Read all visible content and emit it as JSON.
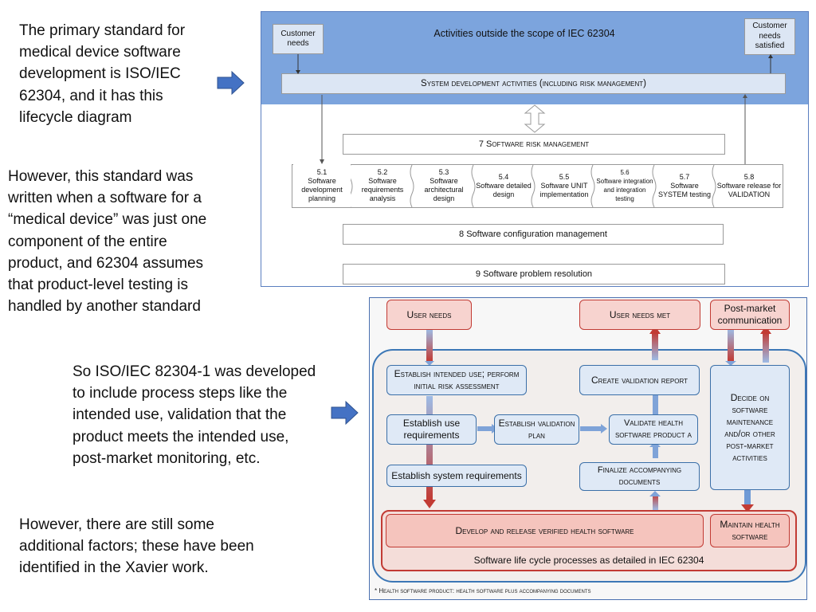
{
  "left_text": {
    "p1": [
      "The primary standard for",
      "medical device software",
      "development is ISO/IEC",
      "62304, and it has this",
      "lifecycle diagram"
    ],
    "p2": [
      "However, this standard was",
      "written when a software for a",
      "“medical device” was just one",
      "component of the entire",
      "product, and 62304 assumes",
      "that product-level testing is",
      "handled by another standard"
    ],
    "p3": [
      "So ISO/IEC 82304-1 was developed",
      "to include process steps like the",
      "intended use, validation that the",
      "product meets the intended use,",
      "post-market monitoring, etc."
    ],
    "p4": [
      "However, there are still some",
      "additional factors; these have been",
      "identified in the Xavier work."
    ]
  },
  "iec62304": {
    "customer_needs": "Customer needs",
    "scope_title": "Activities outside the scope of IEC 62304",
    "customer_satisfied": "Customer needs satisfied",
    "system_activities": "System development activities (including risk management)",
    "risk_mgmt": "7  Software risk management",
    "processes": [
      {
        "num": "5.1",
        "label": "Software development planning"
      },
      {
        "num": "5.2",
        "label": "Software requirements analysis"
      },
      {
        "num": "5.3",
        "label": "Software architectural design"
      },
      {
        "num": "5.4",
        "label": "Software detailed design"
      },
      {
        "num": "5.5",
        "label": "Software UNIT implementation"
      },
      {
        "num": "5.6",
        "label": "Software integration and integration testing"
      },
      {
        "num": "5.7",
        "label": "Software SYSTEM testing"
      },
      {
        "num": "5.8",
        "label": "Software release for VALIDATION"
      }
    ],
    "config_mgmt": "8  Software configuration management",
    "problem_resolution": "9  Software problem resolution"
  },
  "iec82304": {
    "user_needs": "User needs",
    "user_needs_met": "User needs met",
    "post_market": "Post-market communication",
    "establish_intended_use": "Establish intended use; perform initial risk assessment",
    "create_validation_report": "Create validation report",
    "decide": "Decide on software maintenance and/or other post-market activities",
    "establish_use_req": "Establish use requirements",
    "establish_validation_plan": "Establish validation plan",
    "validate": "Validate health software product a",
    "finalize_docs": "Finalize accompanying documents",
    "establish_system_req": "Establish system requirements",
    "develop_release": "Develop and release verified health software",
    "maintain": "Maintain health software",
    "lifecycle_caption": "Software life cycle processes as detailed in IEC 62304",
    "footnote": "* Health software product: health software plus accompanying documents"
  },
  "colors": {
    "band_blue": "#7ca4dd",
    "arrow_blue": "#4472c4",
    "red_border": "#c23b34",
    "blue_border": "#3b6fa8"
  }
}
